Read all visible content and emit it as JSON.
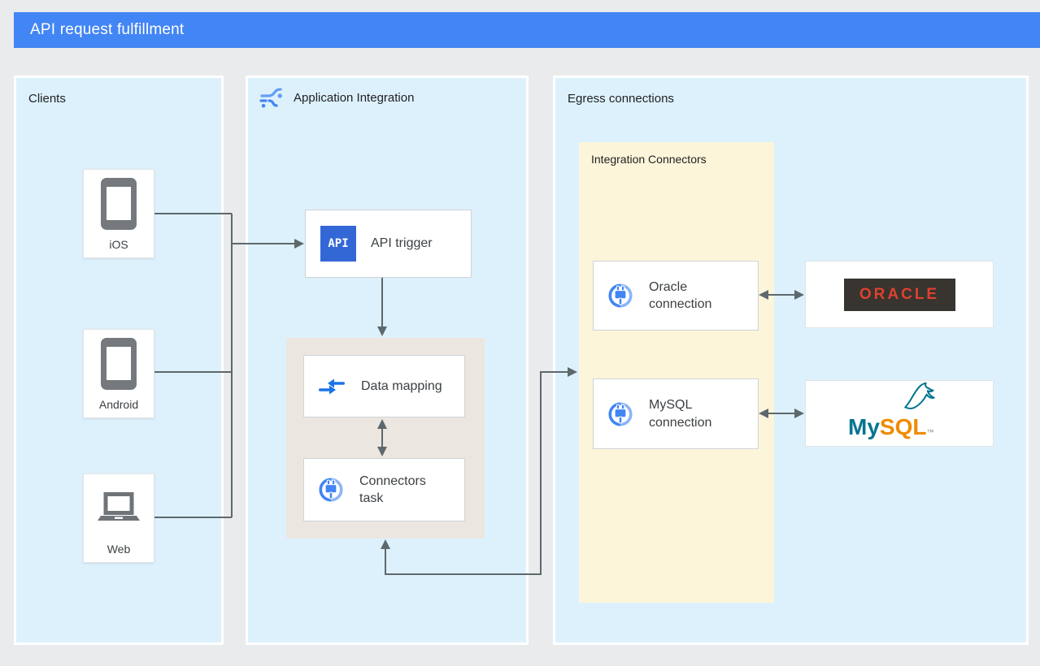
{
  "header": {
    "title": "API request fulfillment"
  },
  "clients": {
    "label": "Clients",
    "items": [
      {
        "label": "iOS",
        "icon": "phone-icon"
      },
      {
        "label": "Android",
        "icon": "phone-icon"
      },
      {
        "label": "Web",
        "icon": "laptop-icon"
      }
    ]
  },
  "application_integration": {
    "label": "Application Integration",
    "icon": "app-integration-icon",
    "api_trigger": {
      "badge": "API",
      "label": "API trigger",
      "icon": "api-badge-icon"
    },
    "data_mapping": {
      "label": "Data mapping",
      "icon": "data-mapping-arrows-icon"
    },
    "connectors_task": {
      "label": "Connectors task",
      "icon": "integration-connectors-icon"
    }
  },
  "egress": {
    "label": "Egress connections",
    "integration_connectors": {
      "label": "Integration Connectors",
      "oracle_connection": {
        "label": "Oracle connection",
        "icon": "integration-connectors-icon"
      },
      "mysql_connection": {
        "label": "MySQL connection",
        "icon": "integration-connectors-icon"
      }
    },
    "oracle_logo": {
      "text": "ORACLE"
    },
    "mysql_logo": {
      "my": "My",
      "sql": "SQL",
      "tm": "™"
    }
  },
  "colors": {
    "background": "#e9ebec",
    "header_bg": "#4285f4",
    "panel_bg": "#ddf1fc",
    "panel_border": "#ffffff",
    "integration_inner_bg": "#ece6e1",
    "connectors_panel_bg": "#fdf5da",
    "connector_line": "#5d686d",
    "node_border": "#cfd3d6",
    "api_badge_bg": "#3367d6",
    "oracle_badge_bg": "#38342f",
    "oracle_red": "#df4130",
    "mysql_teal": "#00758f",
    "mysql_orange": "#ef8b00",
    "google_blue": "#4285f4"
  }
}
